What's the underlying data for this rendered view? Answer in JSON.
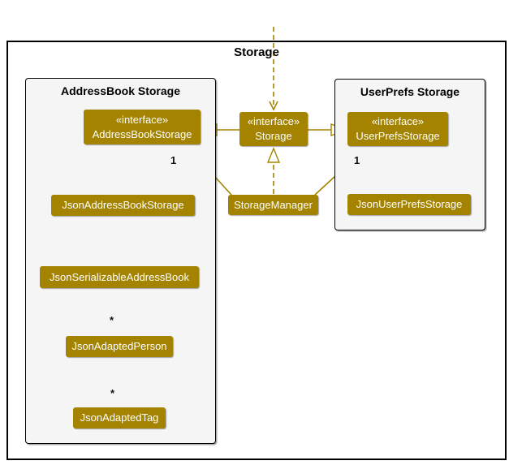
{
  "frame": {
    "title": "Storage"
  },
  "groups": {
    "addressbook": {
      "title": "AddressBook Storage"
    },
    "userprefs": {
      "title": "UserPrefs Storage"
    }
  },
  "nodes": {
    "abs_interface": {
      "stereotype": "«interface»",
      "name": "AddressBookStorage"
    },
    "storage_interface": {
      "stereotype": "«interface»",
      "name": "Storage"
    },
    "ups_interface": {
      "stereotype": "«interface»",
      "name": "UserPrefsStorage"
    },
    "json_abs": {
      "name": "JsonAddressBookStorage"
    },
    "storage_manager": {
      "name": "StorageManager"
    },
    "json_ups": {
      "name": "JsonUserPrefsStorage"
    },
    "json_serializable": {
      "name": "JsonSerializableAddressBook"
    },
    "json_adapted_person": {
      "name": "JsonAdaptedPerson"
    },
    "json_adapted_tag": {
      "name": "JsonAdaptedTag"
    }
  },
  "multiplicities": {
    "storagemanager_to_addressbookstorage": "1",
    "storagemanager_to_userprefsstorage": "1",
    "serializable_to_person": "*",
    "person_to_tag": "*"
  },
  "colors": {
    "node_fill": "#A38300",
    "node_text": "#FFFFFF",
    "arrow": "#A38300",
    "group_fill": "#F5F5F5",
    "frame_border": "#000000"
  }
}
